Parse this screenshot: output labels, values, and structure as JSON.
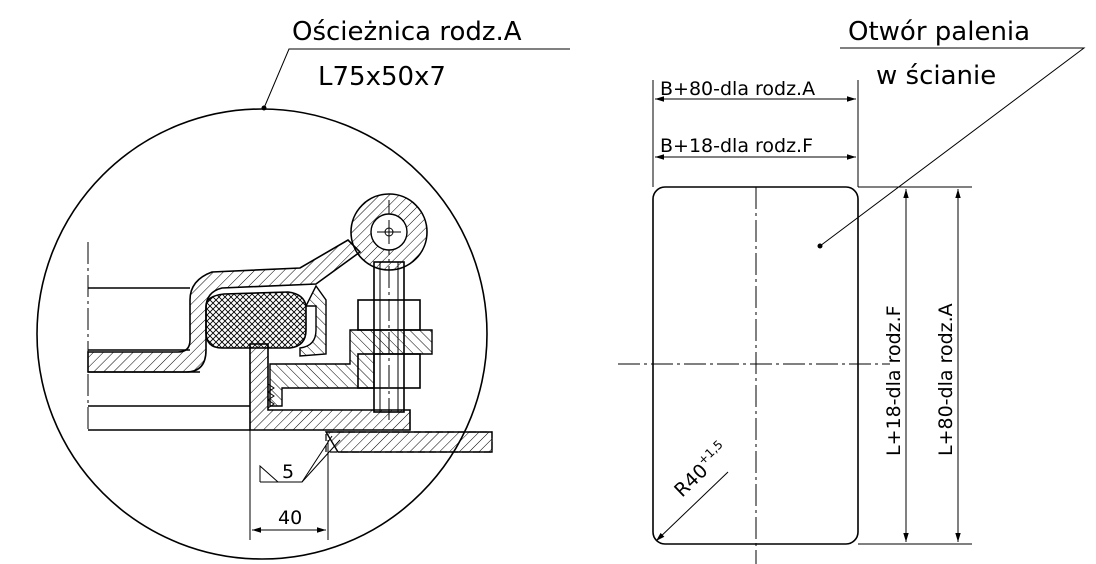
{
  "detail": {
    "frame_label_line1": "Ościeżnica rodz.A",
    "frame_label_line2": "L75x50x7",
    "weld_size": "5",
    "dim_40": "40"
  },
  "opening": {
    "label_line1": "Otwór palenia",
    "label_line2": "w ścianie",
    "width_A": "B+80-dla rodz.A",
    "width_F": "B+18-dla rodz.F",
    "height_F": "L+18-dla rodz.F",
    "height_A": "L+80-dla rodz.A",
    "radius": "R40",
    "radius_tol": "+1,5"
  }
}
